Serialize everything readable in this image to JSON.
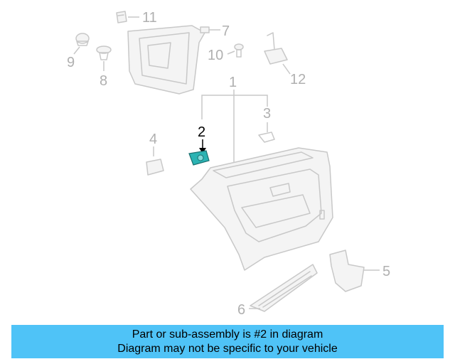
{
  "callouts": [
    {
      "id": "1",
      "label": "1"
    },
    {
      "id": "2",
      "label": "2"
    },
    {
      "id": "3",
      "label": "3"
    },
    {
      "id": "4",
      "label": "4"
    },
    {
      "id": "5",
      "label": "5"
    },
    {
      "id": "6",
      "label": "6"
    },
    {
      "id": "7",
      "label": "7"
    },
    {
      "id": "8",
      "label": "8"
    },
    {
      "id": "9",
      "label": "9"
    },
    {
      "id": "10",
      "label": "10"
    },
    {
      "id": "11",
      "label": "11"
    },
    {
      "id": "12",
      "label": "12"
    }
  ],
  "highlighted_part": "2",
  "colors": {
    "banner_bg": "#4fc3f7",
    "highlight_part": "#2bb3b3",
    "inactive_line": "#c8c8c8",
    "inactive_label": "#b0b0b0"
  },
  "banner": {
    "line1": "Part or sub-assembly is #2 in diagram",
    "line2": "Diagram may not be specific to your vehicle"
  }
}
